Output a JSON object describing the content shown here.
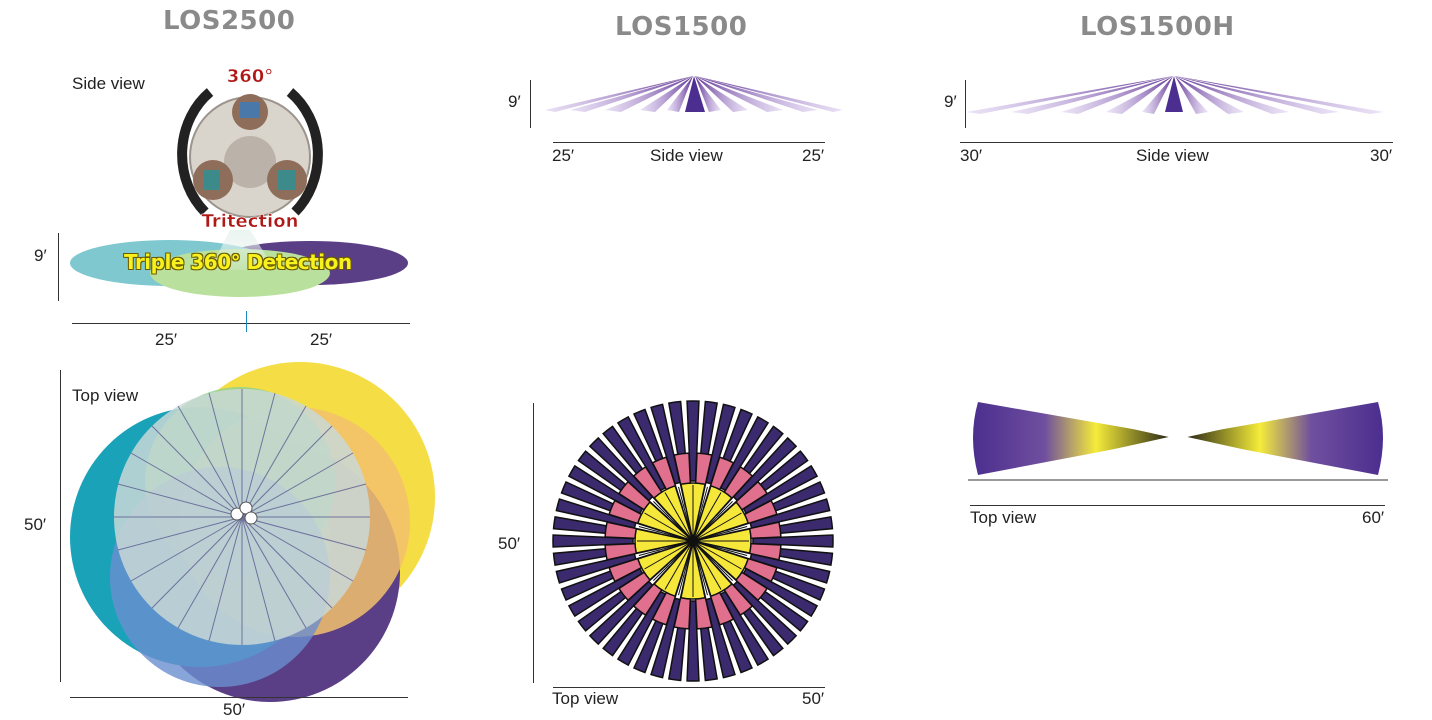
{
  "models": [
    {
      "title": "LOS2500"
    },
    {
      "title": "LOS1500"
    },
    {
      "title": "LOS1500H"
    }
  ],
  "los2500": {
    "side_view_label": "Side view",
    "badge_top": "360°",
    "badge_brand": "Tritection",
    "banner_text": "Triple 360° Detection",
    "height_label": "9′",
    "left_range": "25′",
    "right_range": "25′",
    "top_view_label": "Top view",
    "top_height_label": "50′",
    "top_width_label": "50′",
    "colors": {
      "teal": "#1aa3b8",
      "yellow": "#f7e23a",
      "purple": "#5a3e86",
      "green": "#a8d88a",
      "pale": "#c9d8d6"
    }
  },
  "los1500": {
    "height_label": "9′",
    "left_range": "25′",
    "center_label": "Side view",
    "right_range": "25′",
    "top_height_label": "50′",
    "top_view_label": "Top view",
    "top_width_label": "50′",
    "colors": {
      "outer": "#3b2a6e",
      "middle": "#e0708e",
      "inner": "#f6e83a",
      "beam": "#7b4fa8"
    }
  },
  "los1500h": {
    "height_label": "9′",
    "left_range": "30′",
    "center_label": "Side view",
    "right_range": "30′",
    "top_view_label": "Top view",
    "top_width_label": "60′",
    "colors": {
      "purple": "#4b2e8f",
      "yellow": "#f5ec3a",
      "beam": "#7b4fa8"
    }
  }
}
